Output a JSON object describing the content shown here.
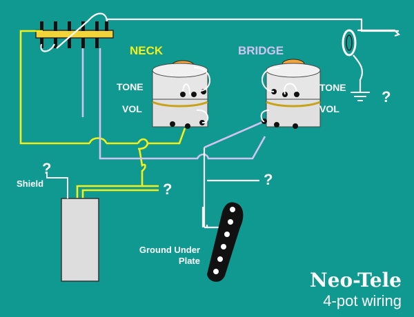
{
  "labels": {
    "neck": "NECK",
    "bridge": "BRIDGE",
    "neck_tone": "TONE",
    "neck_vol": "VOL",
    "bridge_tone": "TONE",
    "bridge_vol": "VOL",
    "shield": "Shield",
    "ground_under_plate": "Ground Under Plate",
    "question_mark": "?"
  },
  "title": "Neo-Tele",
  "subtitle": "4-pot wiring",
  "colors": {
    "background": "#0f9990",
    "hot_wire": "#f5ef1a",
    "bridge_wire": "#d2c3f2",
    "ground_wire": "#ffffff",
    "pot_body": "#e6e6e6",
    "pot_knob_shaft": "#f2a33a",
    "pickup_body": "#111111"
  },
  "icons": [
    "switch-icon",
    "pot-icon",
    "output-jack-icon",
    "ground-symbol-icon",
    "pickup-icon",
    "shield-pickup-icon"
  ]
}
